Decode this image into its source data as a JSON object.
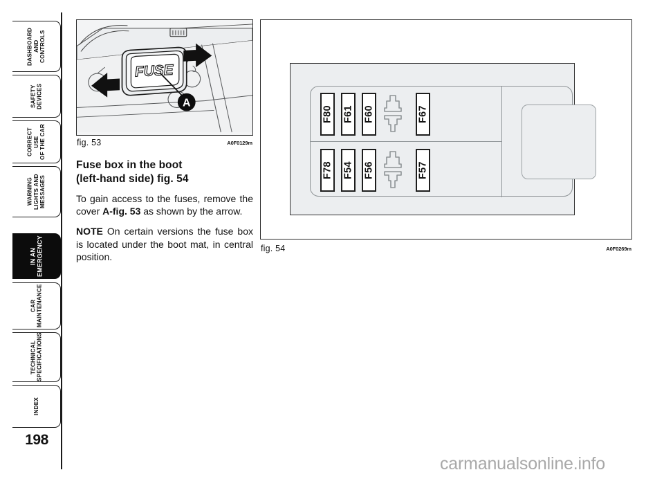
{
  "sidebar": {
    "tabs": [
      {
        "id": "dashboard-and-controls",
        "label": "DASHBOARD\nAND\nCONTROLS",
        "active": false
      },
      {
        "id": "safety-devices",
        "label": "SAFETY\nDEVICES",
        "active": false
      },
      {
        "id": "correct-use-of-the-car",
        "label": "CORRECT USE\nOF THE CAR",
        "active": false
      },
      {
        "id": "warning-lights-and-messages",
        "label": "WARNING\nLIGHTS AND\nMESSAGES",
        "active": false
      },
      {
        "id": "in-an-emergency",
        "label": "IN AN\nEMERGENCY",
        "active": true
      },
      {
        "id": "car-maintenance",
        "label": "CAR\nMAINTENANCE",
        "active": false
      },
      {
        "id": "technical-specifications",
        "label": "TECHNICAL\nSPECIFICATIONS",
        "active": false
      },
      {
        "id": "index",
        "label": "INDEX",
        "active": false
      }
    ],
    "page_number": "198"
  },
  "figures": {
    "fig53": {
      "caption": "fig. 53",
      "code": "A0F0129m",
      "cover_text": "FUSE",
      "callout_label": "A"
    },
    "fig54": {
      "caption": "fig. 54",
      "code": "A0F0269m",
      "fuse_rows": [
        {
          "row": "top",
          "slots": [
            "F80",
            "F61",
            "F60",
            "",
            "F67"
          ]
        },
        {
          "row": "bottom",
          "slots": [
            "F78",
            "F54",
            "F56",
            "",
            "F57"
          ]
        }
      ]
    }
  },
  "body": {
    "heading_line1": "Fuse box in the boot",
    "heading_line2": "(left-hand side) fig. 54",
    "para1_a": "To gain access to the fuses, remove the cover ",
    "para1_b": "A-fig. 53",
    "para1_c": " as shown by the arrow.",
    "para2_a": "NOTE",
    "para2_b": " On certain versions the fuse box is located under the boot mat, in central position."
  },
  "watermark": "carmanualsonline.info",
  "colors": {
    "active_tab_bg": "#0c0c0c",
    "fusebox_bg": "#eceef0",
    "panel_stroke": "#8e9396",
    "ink": "#111111",
    "watermark": "#a8a8a8"
  }
}
